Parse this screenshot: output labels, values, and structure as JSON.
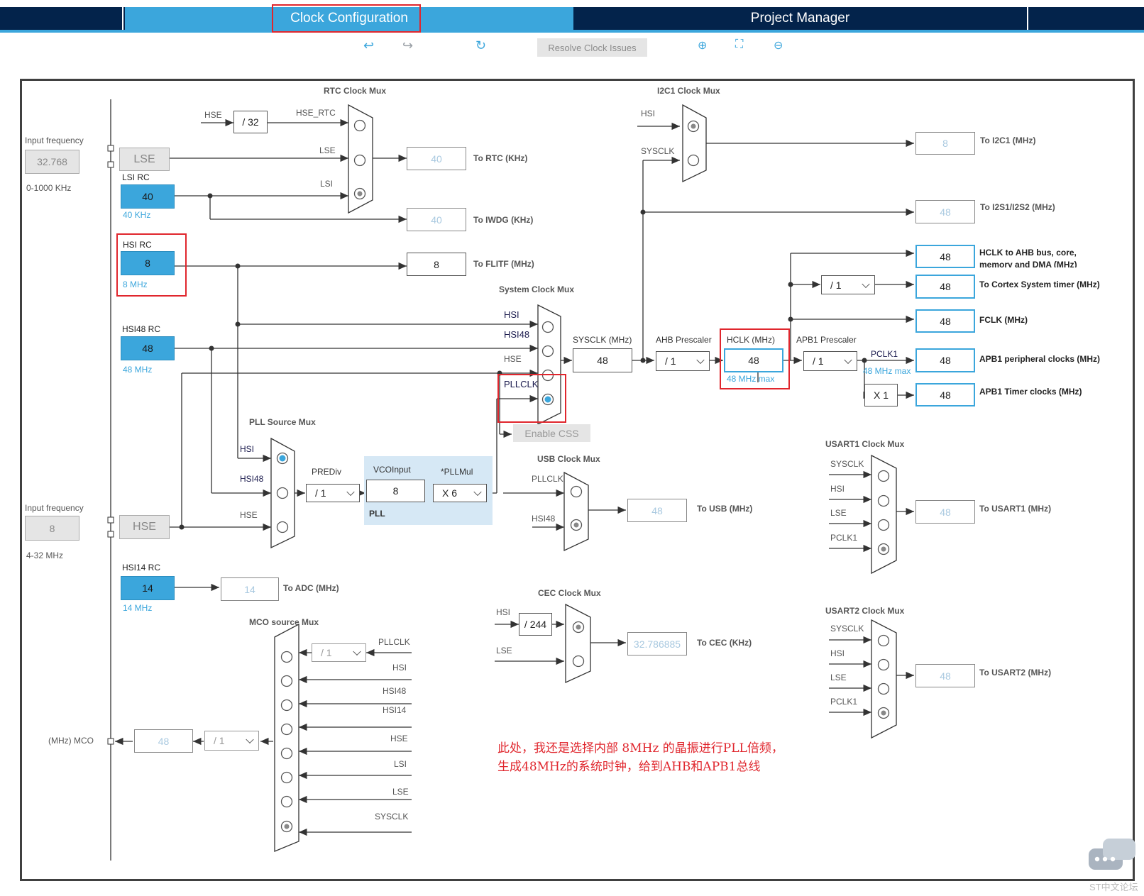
{
  "tabs": {
    "clock": "Clock Configuration",
    "project": "Project Manager"
  },
  "toolbar": {
    "resolve": "Resolve Clock Issues"
  },
  "lse": {
    "input_freq_label": "Input frequency",
    "value": "32.768",
    "range": "0-1000 KHz",
    "name": "LSE"
  },
  "hse": {
    "input_freq_label": "Input frequency",
    "value": "8",
    "range": "4-32 MHz",
    "name": "HSE"
  },
  "lsirc": {
    "title": "LSI RC",
    "value": "40",
    "sub": "40 KHz"
  },
  "hsirc": {
    "title": "HSI RC",
    "value": "8",
    "sub": "8 MHz"
  },
  "hsi48rc": {
    "title": "HSI48 RC",
    "value": "48",
    "sub": "48 MHz"
  },
  "hsi14rc": {
    "title": "HSI14 RC",
    "value": "14",
    "sub": "14 MHz"
  },
  "rtc": {
    "title": "RTC Clock Mux",
    "hse_label": "HSE",
    "div": "/ 32",
    "hse_rtc": "HSE_RTC",
    "lse": "LSE",
    "lsi": "LSI",
    "out_rtc": "40",
    "out_rtc_label": "To RTC (KHz)",
    "out_iwdg": "40",
    "out_iwdg_label": "To IWDG (KHz)"
  },
  "flitf": {
    "value": "8",
    "label": "To FLITF (MHz)"
  },
  "i2c1": {
    "title": "I2C1 Clock Mux",
    "hsi": "HSI",
    "sysclk": "SYSCLK",
    "out": "8",
    "out_label": "To I2C1 (MHz)"
  },
  "i2s": {
    "out": "48",
    "out_label": "To I2S1/I2S2 (MHz)"
  },
  "sysmux": {
    "title": "System Clock Mux",
    "hsi": "HSI",
    "hsi48": "HSI48",
    "hse": "HSE",
    "pllclk": "PLLCLK"
  },
  "sysclk": {
    "label": "SYSCLK (MHz)",
    "value": "48"
  },
  "ahb": {
    "label": "AHB Prescaler",
    "value": "/ 1"
  },
  "hclk": {
    "label": "HCLK (MHz)",
    "value": "48",
    "max": "48 MHz max"
  },
  "apb1": {
    "label": "APB1 Prescaler",
    "value": "/ 1",
    "pclk1": "PCLK1",
    "max": "48 MHz max"
  },
  "outputs": {
    "hclk_ahb": {
      "value": "48",
      "label": "HCLK to AHB bus, core,",
      "label2": "memory and DMA (MHz)"
    },
    "cortex_div": "/ 1",
    "cortex": {
      "value": "48",
      "label": "To Cortex System timer (MHz)"
    },
    "fclk": {
      "value": "48",
      "label": "FCLK (MHz)"
    },
    "apb1p": {
      "value": "48",
      "label": "APB1 peripheral clocks (MHz)"
    },
    "x1": "X 1",
    "apb1t": {
      "value": "48",
      "label": "APB1 Timer clocks (MHz)"
    }
  },
  "enable_css": "Enable CSS",
  "pllsrc": {
    "title": "PLL Source Mux",
    "hsi": "HSI",
    "hsi48": "HSI48",
    "hse": "HSE"
  },
  "pll": {
    "prediv_label": "PREDiv",
    "prediv": "/ 1",
    "vco_label": "VCOInput",
    "vco": "8",
    "mul_label": "*PLLMul",
    "mul": "X 6",
    "name": "PLL"
  },
  "usb": {
    "title": "USB Clock Mux",
    "pllclk": "PLLCLK",
    "hsi48": "HSI48",
    "out": "48",
    "out_label": "To USB (MHz)"
  },
  "adc": {
    "out": "14",
    "out_label": "To ADC (MHz)"
  },
  "cec": {
    "title": "CEC Clock Mux",
    "hsi": "HSI",
    "div": "/ 244",
    "lse": "LSE",
    "out": "32.786885",
    "out_label": "To CEC (KHz)"
  },
  "usart1": {
    "title": "USART1 Clock Mux",
    "sysclk": "SYSCLK",
    "hsi": "HSI",
    "lse": "LSE",
    "pclk1": "PCLK1",
    "out": "48",
    "out_label": "To USART1 (MHz)"
  },
  "usart2": {
    "title": "USART2 Clock Mux",
    "sysclk": "SYSCLK",
    "hsi": "HSI",
    "lse": "LSE",
    "pclk1": "PCLK1",
    "out": "48",
    "out_label": "To USART2 (MHz)"
  },
  "mco": {
    "title": "MCO source Mux",
    "div_top": "/ 1",
    "pllclk": "PLLCLK",
    "hsi": "HSI",
    "hsi48": "HSI48",
    "hsi14": "HSI14",
    "hse": "HSE",
    "lsi": "LSI",
    "lse": "LSE",
    "sysclk": "SYSCLK",
    "out_label": "(MHz) MCO",
    "out": "48",
    "div": "/ 1"
  },
  "annotation": {
    "line1": "此处，我还是选择内部 8MHz 的晶振进行PLL倍频，",
    "line2": "生成48MHz的系统时钟，给到AHB和APB1总线"
  },
  "watermark": "ST中文论坛"
}
